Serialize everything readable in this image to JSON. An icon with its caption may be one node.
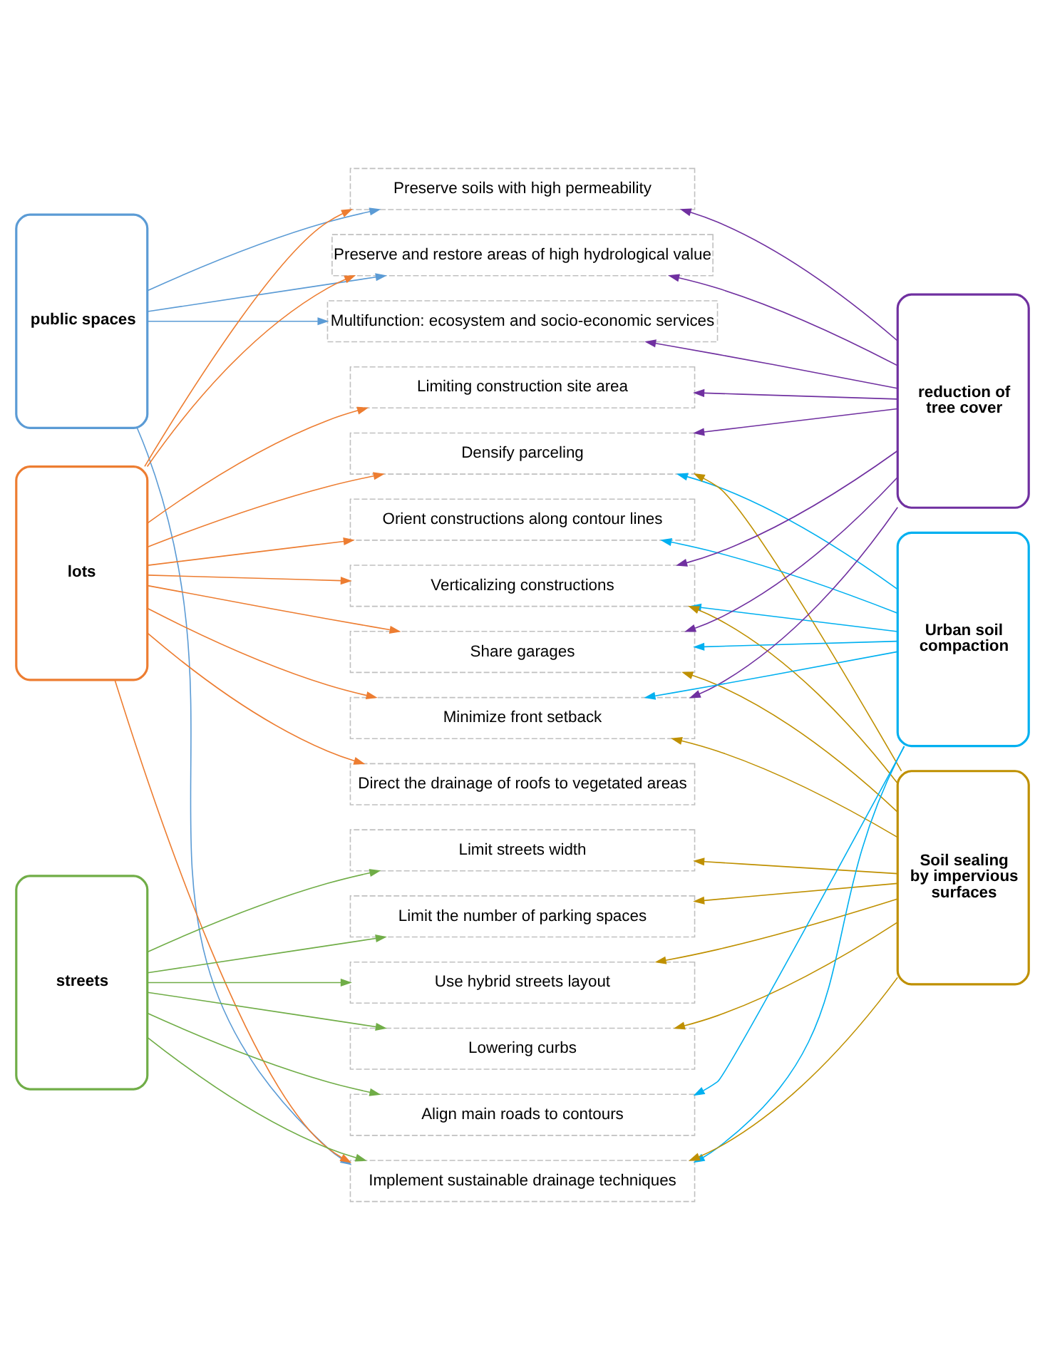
{
  "diagram": {
    "nodes": [
      {
        "text": [
          "public spaces"
        ]
      },
      {
        "text": [
          "lots"
        ]
      },
      {
        "text": [
          "streets"
        ]
      },
      {
        "text": [
          "reduction of tree cover"
        ]
      },
      {
        "text": [
          "Urban soil compaction"
        ]
      },
      {
        "text": [
          "Soil sealing by impervious surfaces"
        ]
      },
      {
        "text": [
          "Preserve soils with high permeability"
        ]
      },
      {
        "text": [
          "Preserve and restore areas of high hydrological value"
        ]
      },
      {
        "text": [
          "Multifunction: ecosystem and socio-economic services"
        ]
      },
      {
        "text": [
          "Limiting construction site area"
        ]
      },
      {
        "text": [
          "Densify parceling"
        ]
      },
      {
        "text": [
          "Orient constructions along contour lines"
        ]
      },
      {
        "text": [
          "Verticalizing constructions"
        ]
      },
      {
        "text": [
          "Share garages"
        ]
      },
      {
        "text": [
          "Minimize front setback"
        ]
      },
      {
        "text": [
          "Direct the drainage of roofs to vegetated areas"
        ]
      },
      {
        "text": [
          "Limit streets width"
        ]
      },
      {
        "text": [
          "Limit the number of parking spaces"
        ]
      },
      {
        "text": [
          "Use hybrid streets layout"
        ]
      },
      {
        "text": [
          "Lowering curbs"
        ]
      },
      {
        "text": [
          "Align main roads to contours"
        ]
      },
      {
        "text": [
          "Implement sustainable drainage techniques"
        ]
      }
    ],
    "edges": [
      {
        "from": 0,
        "to": 6,
        "arrow": "to",
        "color": "#5b9bd5"
      },
      {
        "from": 0,
        "to": 7,
        "arrow": "to",
        "color": "#5b9bd5"
      },
      {
        "from": 0,
        "to": 8,
        "arrow": "to",
        "color": "#5b9bd5"
      },
      {
        "from": 0,
        "to": 21,
        "arrow": "to",
        "color": "#5b9bd5"
      },
      {
        "from": 1,
        "to": 6,
        "arrow": "to",
        "color": "#ed7d31"
      },
      {
        "from": 1,
        "to": 7,
        "arrow": "to",
        "color": "#ed7d31"
      },
      {
        "from": 1,
        "to": 9,
        "arrow": "to",
        "color": "#ed7d31"
      },
      {
        "from": 1,
        "to": 10,
        "arrow": "to",
        "color": "#ed7d31"
      },
      {
        "from": 1,
        "to": 11,
        "arrow": "to",
        "color": "#ed7d31"
      },
      {
        "from": 1,
        "to": 12,
        "arrow": "to",
        "color": "#ed7d31"
      },
      {
        "from": 1,
        "to": 13,
        "arrow": "to",
        "color": "#ed7d31"
      },
      {
        "from": 1,
        "to": 14,
        "arrow": "to",
        "color": "#ed7d31"
      },
      {
        "from": 1,
        "to": 15,
        "arrow": "to",
        "color": "#ed7d31"
      },
      {
        "from": 1,
        "to": 21,
        "arrow": "to",
        "color": "#ed7d31"
      },
      {
        "from": 2,
        "to": 16,
        "arrow": "to",
        "color": "#70ad47"
      },
      {
        "from": 2,
        "to": 17,
        "arrow": "to",
        "color": "#70ad47"
      },
      {
        "from": 2,
        "to": 18,
        "arrow": "to",
        "color": "#70ad47"
      },
      {
        "from": 2,
        "to": 19,
        "arrow": "to",
        "color": "#70ad47"
      },
      {
        "from": 2,
        "to": 20,
        "arrow": "to",
        "color": "#70ad47"
      },
      {
        "from": 2,
        "to": 21,
        "arrow": "to",
        "color": "#70ad47"
      },
      {
        "from": 3,
        "to": 6,
        "arrow": "to",
        "color": "#7030a0"
      },
      {
        "from": 3,
        "to": 7,
        "arrow": "to",
        "color": "#7030a0"
      },
      {
        "from": 3,
        "to": 8,
        "arrow": "to",
        "color": "#7030a0"
      },
      {
        "from": 3,
        "to": 9,
        "arrow": "to",
        "color": "#7030a0"
      },
      {
        "from": 3,
        "to": 10,
        "arrow": "to",
        "color": "#7030a0"
      },
      {
        "from": 3,
        "to": 12,
        "arrow": "to",
        "color": "#7030a0"
      },
      {
        "from": 3,
        "to": 13,
        "arrow": "to",
        "color": "#7030a0"
      },
      {
        "from": 3,
        "to": 14,
        "arrow": "to",
        "color": "#7030a0"
      },
      {
        "from": 4,
        "to": 10,
        "arrow": "to",
        "color": "#00b0f0"
      },
      {
        "from": 4,
        "to": 11,
        "arrow": "to",
        "color": "#00b0f0"
      },
      {
        "from": 4,
        "to": 12,
        "arrow": "to",
        "color": "#00b0f0"
      },
      {
        "from": 4,
        "to": 13,
        "arrow": "to",
        "color": "#00b0f0"
      },
      {
        "from": 4,
        "to": 14,
        "arrow": "to",
        "color": "#00b0f0"
      },
      {
        "from": 4,
        "to": 20,
        "arrow": "to",
        "color": "#00b0f0"
      },
      {
        "from": 4,
        "to": 21,
        "arrow": "to",
        "color": "#00b0f0"
      },
      {
        "from": 5,
        "to": 10,
        "arrow": "to",
        "color": "#bf9000"
      },
      {
        "from": 5,
        "to": 12,
        "arrow": "to",
        "color": "#bf9000"
      },
      {
        "from": 5,
        "to": 13,
        "arrow": "to",
        "color": "#bf9000"
      },
      {
        "from": 5,
        "to": 14,
        "arrow": "to",
        "color": "#bf9000"
      },
      {
        "from": 5,
        "to": 16,
        "arrow": "to",
        "color": "#bf9000"
      },
      {
        "from": 5,
        "to": 17,
        "arrow": "to",
        "color": "#bf9000"
      },
      {
        "from": 5,
        "to": 18,
        "arrow": "to",
        "color": "#bf9000"
      },
      {
        "from": 5,
        "to": 19,
        "arrow": "to",
        "color": "#bf9000"
      },
      {
        "from": 5,
        "to": 21,
        "arrow": "to",
        "color": "#bf9000"
      }
    ]
  }
}
